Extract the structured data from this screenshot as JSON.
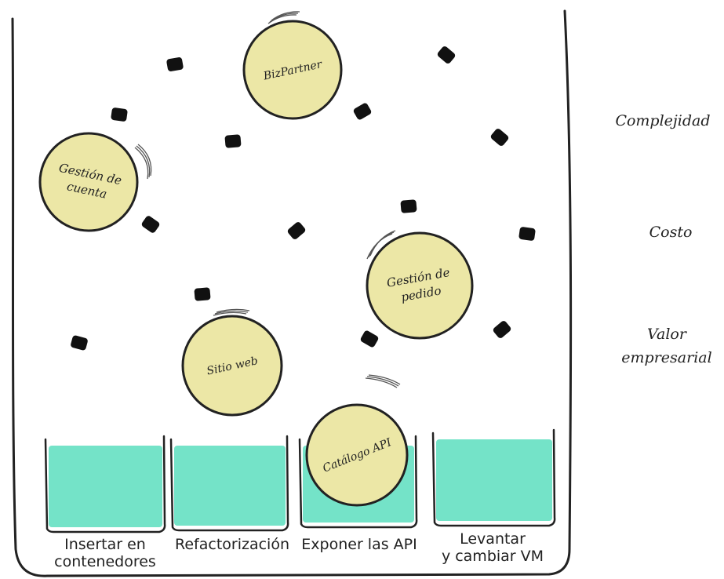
{
  "colors": {
    "ball_fill": "#ece7a6",
    "bin_fill": "#74e3c8",
    "stroke": "#222222",
    "pebble": "#111111"
  },
  "balls": [
    {
      "name": "ball-bizpartner",
      "lines": [
        "BizPartner"
      ]
    },
    {
      "name": "ball-gestion-cuenta",
      "lines": [
        "Gestión de",
        "cuenta"
      ]
    },
    {
      "name": "ball-gestion-pedido",
      "lines": [
        "Gestión de",
        "pedido"
      ]
    },
    {
      "name": "ball-sitio-web",
      "lines": [
        "Sitio web"
      ]
    },
    {
      "name": "ball-catalogo-api",
      "lines": [
        "Catálogo API"
      ]
    }
  ],
  "bins": [
    {
      "name": "bin-insertar",
      "lines": [
        "Insertar en",
        "contenedores"
      ]
    },
    {
      "name": "bin-refactorizacion",
      "lines": [
        "Refactorización"
      ]
    },
    {
      "name": "bin-exponer",
      "lines": [
        "Exponer las API"
      ]
    },
    {
      "name": "bin-levantar",
      "lines": [
        "Levantar",
        "y cambiar VM"
      ]
    }
  ],
  "side_labels": [
    {
      "name": "label-complejidad",
      "lines": [
        "Complejidad"
      ]
    },
    {
      "name": "label-costo",
      "lines": [
        "Costo"
      ]
    },
    {
      "name": "label-valor-empresarial",
      "lines": [
        "Valor",
        "empresarial"
      ]
    }
  ]
}
